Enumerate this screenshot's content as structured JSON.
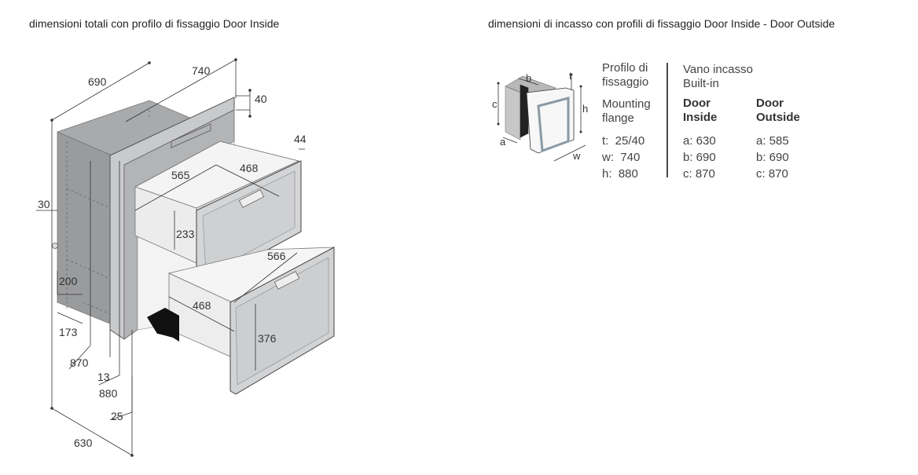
{
  "headings": {
    "left": "dimensioni totali con profilo di fissaggio Door Inside",
    "right": "dimensioni di incasso con profili di fissaggio Door Inside - Door Outside"
  },
  "dimensions": {
    "d690": "690",
    "d740": "740",
    "d40": "40",
    "d44": "44",
    "d565": "565",
    "d468a": "468",
    "d233": "233",
    "d566": "566",
    "d468b": "468",
    "d376": "376",
    "d30": "30",
    "d200": "200",
    "d173": "173",
    "d870": "870",
    "d13": "13",
    "d880": "880",
    "d25": "25",
    "d630": "630"
  },
  "mini_labels": {
    "a": "a",
    "b": "b",
    "c": "c",
    "t": "t",
    "h": "h",
    "w": "w"
  },
  "legend": {
    "profile_it_1": "Profilo di",
    "profile_it_2": "fissaggio",
    "profile_en_1": "Mounting",
    "profile_en_2": "flange",
    "vano_1": "Vano incasso",
    "vano_2": "Built-in",
    "col1_1": "Door",
    "col1_2": "Inside",
    "col2_1": "Door",
    "col2_2": "Outside",
    "flange_rows": [
      "t:  25/40",
      "w:  740",
      "h:  880"
    ],
    "inside_rows": [
      "a: 630",
      "b: 690",
      "c: 870"
    ],
    "outside_rows": [
      "a: 585",
      "b: 690",
      "c: 870"
    ]
  }
}
